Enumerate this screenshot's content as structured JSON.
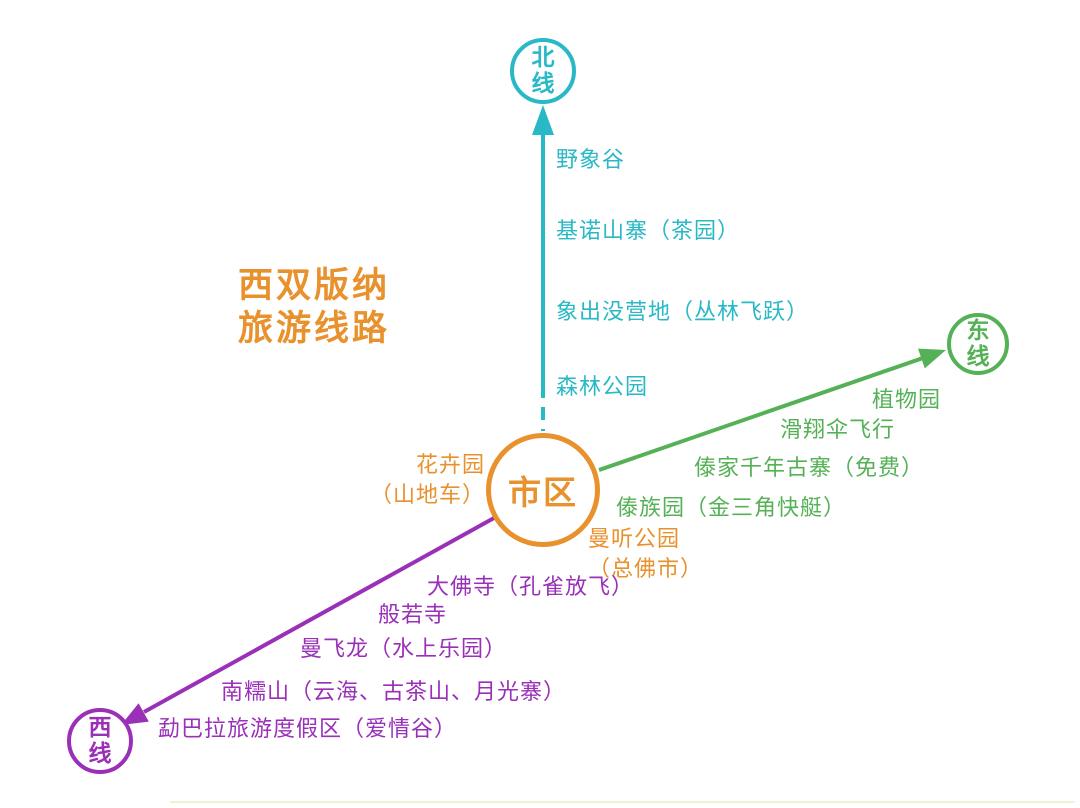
{
  "title": {
    "line1": "西双版纳",
    "line2": "旅游线路"
  },
  "colors": {
    "north": "#28b8c6",
    "east": "#55b156",
    "west": "#9a2fb8",
    "accent": "#e8912d"
  },
  "center": {
    "label": "市区"
  },
  "city_attractions": {
    "flower_garden": {
      "line1": "花卉园",
      "line2": "（山地车）"
    },
    "manting_park": {
      "line1": "曼听公园",
      "line2": "（总佛市）"
    }
  },
  "routes": {
    "north": {
      "terminal": "北线",
      "stops": [
        "野象谷",
        "基诺山寨（茶园）",
        "象出没营地（丛林飞跃）",
        "森林公园"
      ]
    },
    "east": {
      "terminal": "东线",
      "stops": [
        "植物园",
        "滑翔伞飞行",
        "傣家千年古寨（免费）",
        "傣族园（金三角快艇）"
      ]
    },
    "west": {
      "terminal": "西线",
      "stops": [
        "大佛寺（孔雀放飞）",
        "般若寺",
        "曼飞龙（水上乐园）",
        "南糯山（云海、古茶山、月光寨）",
        "勐巴拉旅游度假区（爱情谷）"
      ]
    }
  }
}
